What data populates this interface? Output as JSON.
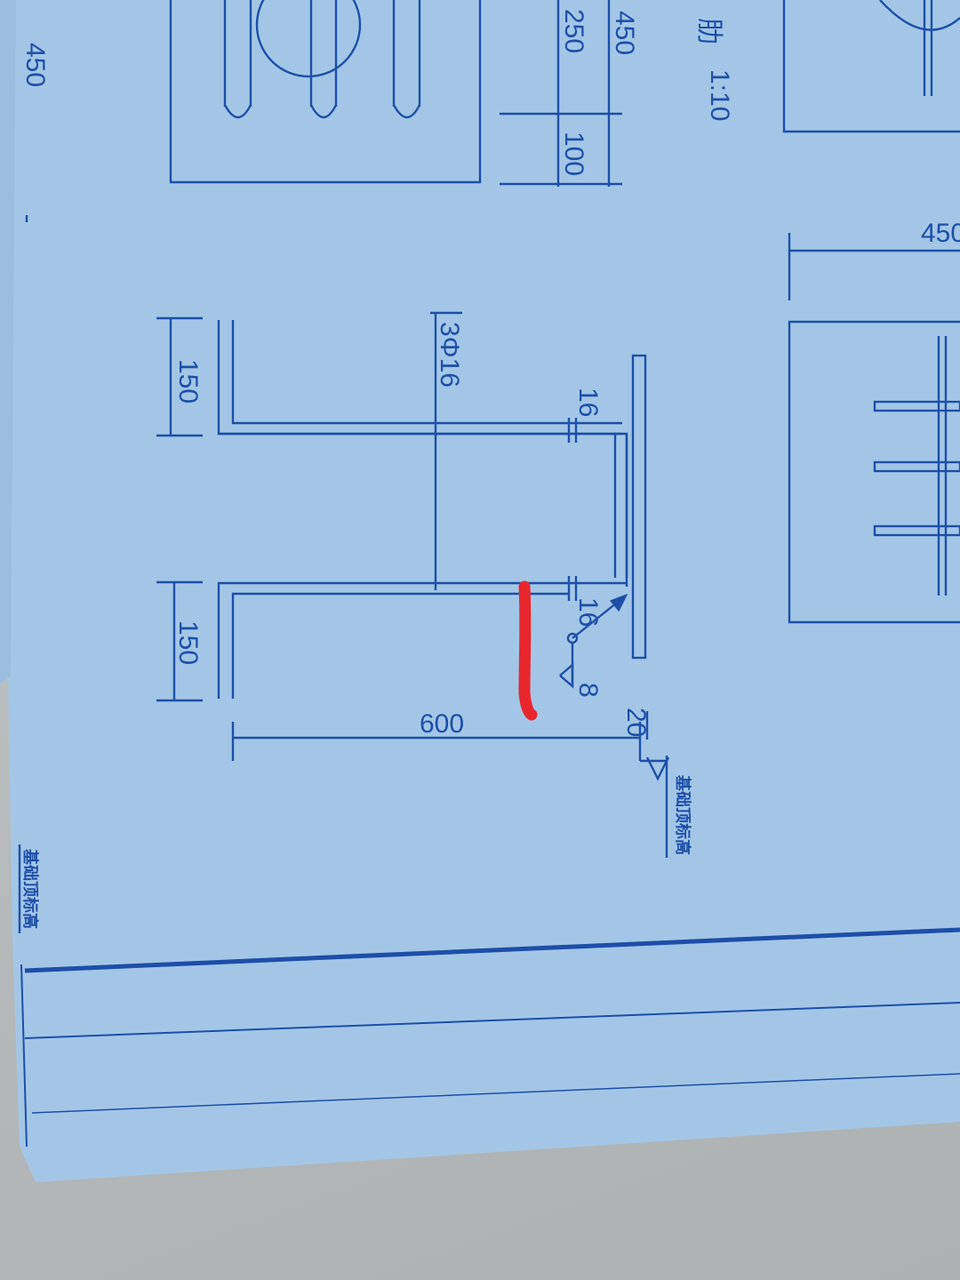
{
  "drawing": {
    "scale_label": "1:10",
    "title_fragment": "肋",
    "dims": {
      "top_450_left": "450",
      "top_450_mid": "450",
      "top_250": "250",
      "top_100": "100",
      "right_450": "450",
      "flange_top_150": "150",
      "flange_bottom_150": "150",
      "bar_label": "3Φ16",
      "gap_top_16": "16",
      "gap_bottom_16": "16",
      "weld_8": "8",
      "span_600": "600",
      "offset_20": "20"
    },
    "elevation_label_right": "基础顶标高",
    "elevation_label_left": "基础顶标高"
  },
  "colors": {
    "paper": "#9fc4e6",
    "ink": "#1d4fa8",
    "highlight": "#e8262e"
  }
}
